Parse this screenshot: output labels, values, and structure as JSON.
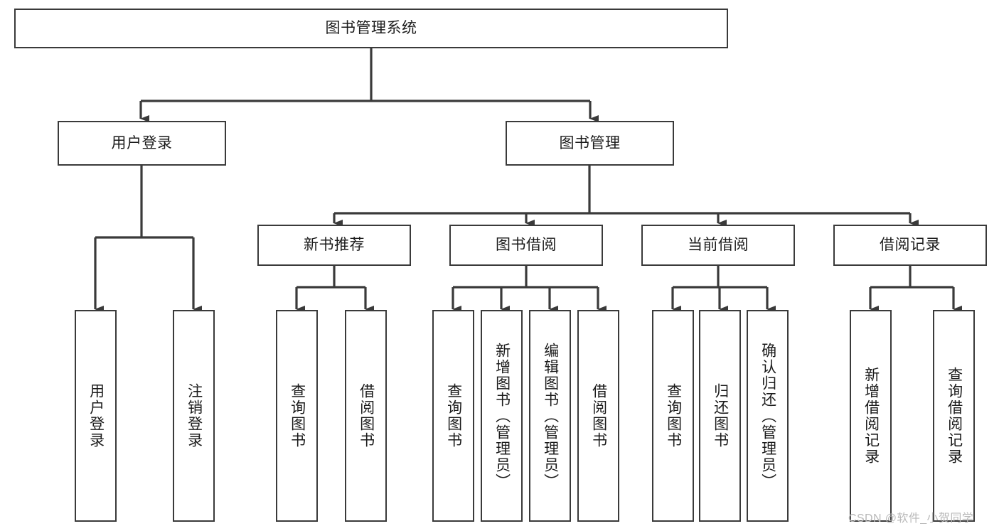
{
  "diagram": {
    "type": "tree-hierarchy-chart",
    "title_node": {
      "label": "图书管理系统"
    },
    "level2": [
      {
        "id": "user-login",
        "label": "用户登录"
      },
      {
        "id": "book-management",
        "label": "图书管理"
      }
    ],
    "level3": [
      {
        "id": "new-book-recommend",
        "label": "新书推荐"
      },
      {
        "id": "book-borrow",
        "label": "图书借阅"
      },
      {
        "id": "current-borrow",
        "label": "当前借阅"
      },
      {
        "id": "borrow-record",
        "label": "借阅记录"
      }
    ],
    "leaves": [
      {
        "id": "leaf-user-login",
        "label": "用户登录"
      },
      {
        "id": "leaf-logout-login",
        "label": "注销登录"
      },
      {
        "id": "leaf-query-book-1",
        "label": "查询图书"
      },
      {
        "id": "leaf-borrow-book-1",
        "label": "借阅图书"
      },
      {
        "id": "leaf-query-book-2",
        "label": "查询图书"
      },
      {
        "id": "leaf-add-book-admin",
        "label": "新增图书（管理员）"
      },
      {
        "id": "leaf-edit-book-admin",
        "label": "编辑图书（管理员）"
      },
      {
        "id": "leaf-borrow-book-2",
        "label": "借阅图书"
      },
      {
        "id": "leaf-query-book-3",
        "label": "查询图书"
      },
      {
        "id": "leaf-return-book",
        "label": "归还图书"
      },
      {
        "id": "leaf-confirm-return-admin",
        "label": "确认归还（管理员）"
      },
      {
        "id": "leaf-add-borrow-record",
        "label": "新增借阅记录"
      },
      {
        "id": "leaf-query-borrow-record",
        "label": "查询借阅记录"
      }
    ],
    "colors": {
      "box_border": "#3a3a3a",
      "box_fill": "#ffffff",
      "connector": "#3a3a3a",
      "text": "#1b1b1b",
      "watermark": "#b9b9b9",
      "background": "#ffffff"
    }
  },
  "watermark": {
    "text": "CSDN @软件_小贺同学"
  }
}
